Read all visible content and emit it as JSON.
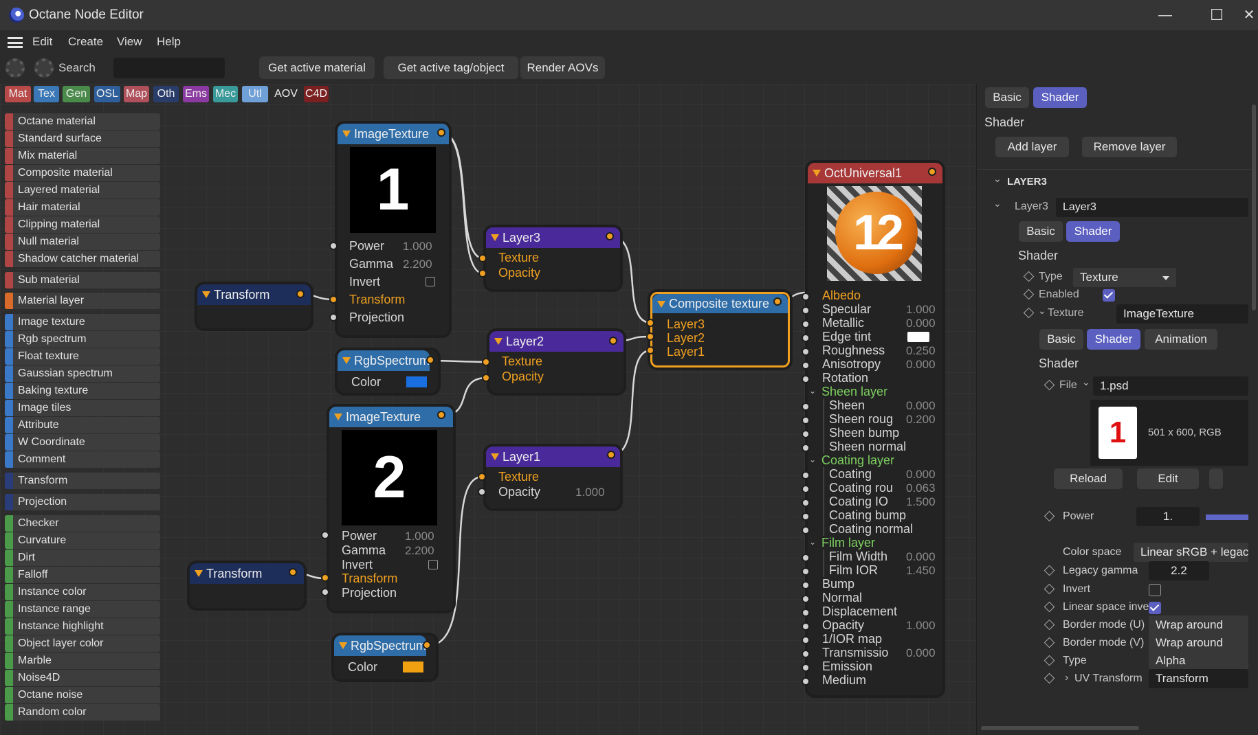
{
  "window": {
    "title": "Octane Node Editor",
    "min": "—",
    "max": "☐",
    "close": "✕"
  },
  "menu": [
    "Edit",
    "Create",
    "View",
    "Help"
  ],
  "toolbar": {
    "search_label": "Search",
    "search_value": "",
    "buttons": [
      "Get active material",
      "Get active tag/object",
      "Render AOVs"
    ]
  },
  "categories": [
    {
      "label": "Mat",
      "color": "#b84a4a"
    },
    {
      "label": "Tex",
      "color": "#3a78b8"
    },
    {
      "label": "Gen",
      "color": "#4a8a4a"
    },
    {
      "label": "OSL",
      "color": "#2f5f9a"
    },
    {
      "label": "Map",
      "color": "#b0505a"
    },
    {
      "label": "Oth",
      "color": "#2a3d6a"
    },
    {
      "label": "Ems",
      "color": "#8a3aa0"
    },
    {
      "label": "Mec",
      "color": "#3a9a9a"
    },
    {
      "label": "Utl",
      "color": "#6fa0d8"
    },
    {
      "label": "AOV",
      "color": "#2d2d2d"
    },
    {
      "label": "C4D",
      "color": "#7a2020"
    }
  ],
  "library": [
    {
      "label": "Octane material",
      "color": "#b04545"
    },
    {
      "label": "Standard surface",
      "color": "#b04545"
    },
    {
      "label": "Mix material",
      "color": "#b04545"
    },
    {
      "label": "Composite material",
      "color": "#b04545"
    },
    {
      "label": "Layered material",
      "color": "#b04545"
    },
    {
      "label": "Hair material",
      "color": "#b04545"
    },
    {
      "label": "Clipping material",
      "color": "#b04545"
    },
    {
      "label": "Null material",
      "color": "#b04545"
    },
    {
      "label": "Shadow catcher material",
      "color": "#b04545"
    },
    {
      "label": "Sub material",
      "color": "#b04545"
    },
    {
      "label": "Material layer",
      "color": "#d86a2a"
    },
    {
      "label": "Image texture",
      "color": "#3a78c8"
    },
    {
      "label": "Rgb spectrum",
      "color": "#3a78c8"
    },
    {
      "label": "Float texture",
      "color": "#3a78c8"
    },
    {
      "label": "Gaussian spectrum",
      "color": "#3a78c8"
    },
    {
      "label": "Baking texture",
      "color": "#3a78c8"
    },
    {
      "label": "Image tiles",
      "color": "#3a78c8"
    },
    {
      "label": "Attribute",
      "color": "#3a78c8"
    },
    {
      "label": "W Coordinate",
      "color": "#3a78c8"
    },
    {
      "label": "Comment",
      "color": "#3a78c8"
    },
    {
      "label": "Transform",
      "color": "#2a3d7a"
    },
    {
      "label": "Projection",
      "color": "#2a3d7a"
    },
    {
      "label": "Checker",
      "color": "#4a9a4a"
    },
    {
      "label": "Curvature",
      "color": "#4a9a4a"
    },
    {
      "label": "Dirt",
      "color": "#4a9a4a"
    },
    {
      "label": "Falloff",
      "color": "#4a9a4a"
    },
    {
      "label": "Instance color",
      "color": "#4a9a4a"
    },
    {
      "label": "Instance range",
      "color": "#4a9a4a"
    },
    {
      "label": "Instance highlight",
      "color": "#4a9a4a"
    },
    {
      "label": "Object layer color",
      "color": "#4a9a4a"
    },
    {
      "label": "Marble",
      "color": "#4a9a4a"
    },
    {
      "label": "Noise4D",
      "color": "#4a9a4a"
    },
    {
      "label": "Octane noise",
      "color": "#4a9a4a"
    },
    {
      "label": "Random color",
      "color": "#4a9a4a"
    }
  ],
  "nodes": {
    "img1": {
      "title": "ImageTexture",
      "thumb": "1",
      "power": "Power",
      "power_v": "1.000",
      "gamma": "Gamma",
      "gamma_v": "2.200",
      "invert": "Invert",
      "transform": "Transform",
      "projection": "Projection"
    },
    "img2": {
      "title": "ImageTexture",
      "thumb": "2",
      "power": "Power",
      "power_v": "1.000",
      "gamma": "Gamma",
      "gamma_v": "2.200",
      "invert": "Invert",
      "transform": "Transform",
      "projection": "Projection"
    },
    "tr1": {
      "title": "Transform"
    },
    "tr2": {
      "title": "Transform"
    },
    "rgb1": {
      "title": "RgbSpectrum",
      "color_label": "Color",
      "swatch": "#1a6fe0"
    },
    "rgb2": {
      "title": "RgbSpectrum",
      "color_label": "Color",
      "swatch": "#f0a010"
    },
    "layer3": {
      "title": "Layer3",
      "texture": "Texture",
      "opacity": "Opacity"
    },
    "layer2": {
      "title": "Layer2",
      "texture": "Texture",
      "opacity": "Opacity"
    },
    "layer1": {
      "title": "Layer1",
      "texture": "Texture",
      "opacity": "Opacity",
      "opacity_v": "1.000"
    },
    "comp": {
      "title": "Composite texture",
      "in": [
        "Layer3",
        "Layer2",
        "Layer1"
      ]
    },
    "oct": {
      "title": "OctUniversal1",
      "thumb": "12"
    }
  },
  "oct_pins": [
    {
      "label": "Albedo",
      "orange": true
    },
    {
      "label": "Specular",
      "val": "1.000"
    },
    {
      "label": "Metallic",
      "val": "0.000"
    },
    {
      "label": "Edge tint",
      "swatch": "#ffffff"
    },
    {
      "label": "Roughness",
      "val": "0.250"
    },
    {
      "label": "Anisotropy",
      "val": "0.000"
    },
    {
      "label": "Rotation"
    },
    {
      "label": "Sheen layer",
      "group": true
    },
    {
      "label": "Sheen",
      "val": "0.000",
      "sub": true
    },
    {
      "label": "Sheen roug",
      "val": "0.200",
      "sub": true
    },
    {
      "label": "Sheen bump",
      "sub": true
    },
    {
      "label": "Sheen normal",
      "sub": true
    },
    {
      "label": "Coating layer",
      "group": true
    },
    {
      "label": "Coating",
      "val": "0.000",
      "sub": true
    },
    {
      "label": "Coating rou",
      "val": "0.063",
      "sub": true
    },
    {
      "label": "Coating IO",
      "val": "1.500",
      "sub": true
    },
    {
      "label": "Coating bump",
      "sub": true
    },
    {
      "label": "Coating normal",
      "sub": true
    },
    {
      "label": "Film layer",
      "group": true
    },
    {
      "label": "Film Width",
      "val": "0.000",
      "sub": true
    },
    {
      "label": "Film IOR",
      "val": "1.450",
      "sub": true
    },
    {
      "label": "Bump"
    },
    {
      "label": "Normal"
    },
    {
      "label": "Displacement"
    },
    {
      "label": "Opacity",
      "val": "1.000"
    },
    {
      "label": "1/IOR map"
    },
    {
      "label": "Transmissio",
      "val": "0.000"
    },
    {
      "label": "Emission"
    },
    {
      "label": "Medium"
    }
  ],
  "panel": {
    "tabs": [
      "Basic",
      "Shader"
    ],
    "heading": "Shader",
    "add_layer": "Add layer",
    "remove_layer": "Remove layer",
    "section": "LAYER3",
    "layer_label": "Layer3",
    "layer_value": "Layer3",
    "tabs2": [
      "Basic",
      "Shader"
    ],
    "heading2": "Shader",
    "type_label": "Type",
    "type_value": "Texture",
    "enabled_label": "Enabled",
    "texture_label": "Texture",
    "texture_value": "ImageTexture",
    "tabs3": [
      "Basic",
      "Shader",
      "Animation"
    ],
    "heading3": "Shader",
    "file_label": "File",
    "file_value": "1.psd",
    "preview_digit": "1",
    "file_info": "501 x 600, RGB",
    "reload": "Reload",
    "edit": "Edit",
    "power_label": "Power",
    "power_value": "1.",
    "power_fill": 1.0,
    "colorspace_label": "Color space",
    "colorspace_value": "Linear sRGB + legacy",
    "legacy_gamma_label": "Legacy gamma",
    "legacy_gamma_value": "2.2",
    "invert_label": "Invert",
    "linear_label": "Linear space invert",
    "border_u_label": "Border mode (U)",
    "border_u_value": "Wrap around",
    "border_v_label": "Border mode (V)",
    "border_v_value": "Wrap around",
    "type2_label": "Type",
    "type2_value": "Alpha",
    "uv_label": "UV Transform",
    "uv_value": "Transform"
  }
}
